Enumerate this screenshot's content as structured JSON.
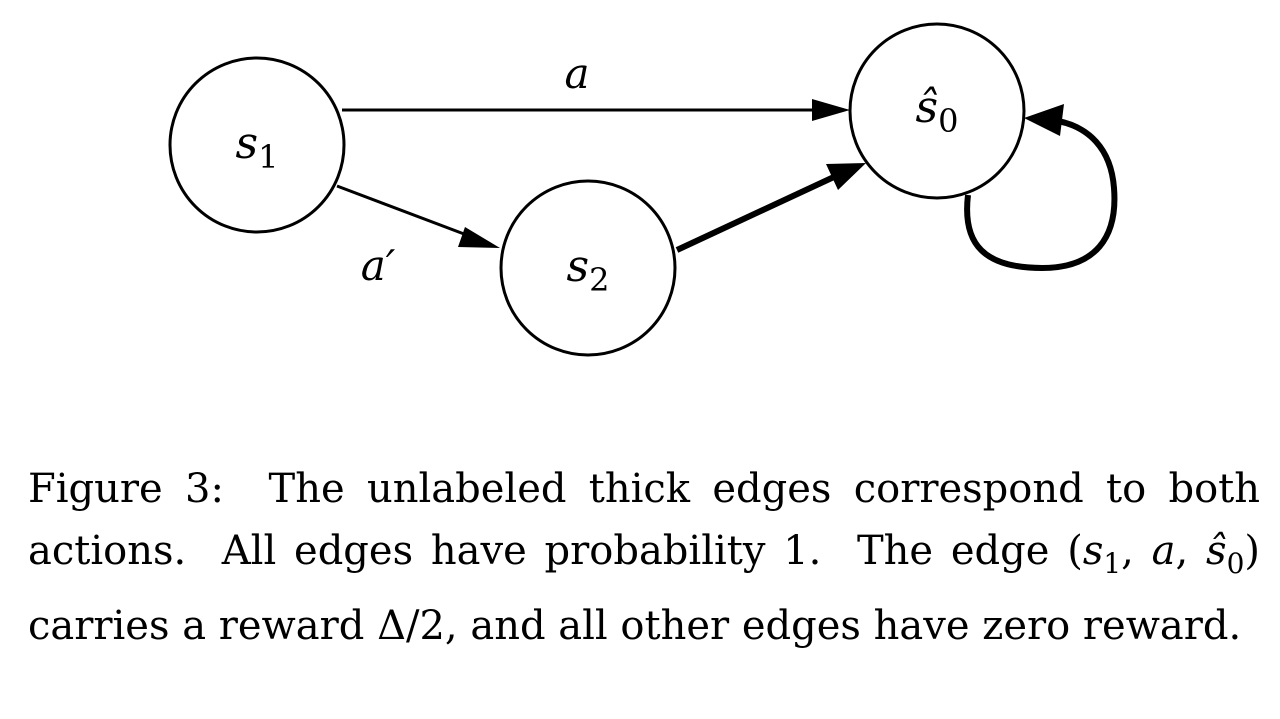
{
  "diagram": {
    "nodes": [
      {
        "id": "s1",
        "label_base": "s",
        "label_sub": "1"
      },
      {
        "id": "s2",
        "label_base": "s",
        "label_sub": "2"
      },
      {
        "id": "s0_hat",
        "label_base": "ŝ",
        "label_sub": "0"
      }
    ],
    "edges": [
      {
        "from": "s1",
        "to": "s0_hat",
        "label": "a",
        "thick": false
      },
      {
        "from": "s1",
        "to": "s2",
        "label": "a′",
        "thick": false
      },
      {
        "from": "s2",
        "to": "s0_hat",
        "label": "",
        "thick": true
      },
      {
        "from": "s0_hat",
        "to": "s0_hat",
        "label": "",
        "thick": true
      }
    ]
  },
  "caption": {
    "figure_label": "Figure 3:",
    "sentence1": "The unlabeled thick edges correspond to both actions.",
    "sentence2": "All edges have probability 1.",
    "sentence3_prefix": "The edge",
    "tuple_open": "(",
    "tuple_s": "s",
    "tuple_s_sub": "1",
    "tuple_sep1": ", ",
    "tuple_a": "a",
    "tuple_sep2": ", ",
    "tuple_shat": "ŝ",
    "tuple_shat_sub": "0",
    "tuple_close": ")",
    "sentence3_mid": "carries a reward",
    "reward_value": "Δ/2,",
    "sentence3_suffix": "and all other edges have zero reward."
  }
}
